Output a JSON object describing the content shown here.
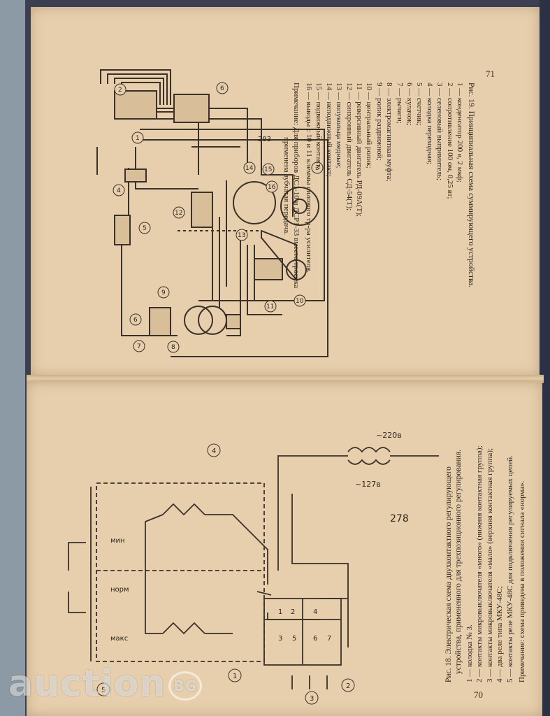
{
  "pages": {
    "top": {
      "page_number": "71",
      "figure_caption": "Рис. 19. Принципиальная схема суммирующего устройства.",
      "legend": [
        "1 — конденсатор 200 в, 2 мкф;",
        "2 — сопротивление 100 ом, 0,25 вт;",
        "3 — селеновый выпрямитель;",
        "4 — колодка переходная;",
        "5 — счетчик;",
        "6 — кулачок;",
        "7 — рычаги;",
        "8 — электромагнитная муфта;",
        "9 — ролик раздвижной;",
        "10 — центральный ролик;",
        "11 — реверсивный двигатель РД-09А(Т);",
        "12 — синхронный двигатель СД-54(Т);",
        "13 — полукольца медные;",
        "14 — неподвижный контакт;",
        "15 — подвижный контакт;",
        "16 — выводы с 10 и 11 клеммы силового тр-ра усилителя."
      ],
      "note": [
        "Примечание: Для приборов ДС1-10 и ДСР1-33 вместо тросика",
        "применена зубчатая передача."
      ],
      "diagram_labels": [
        "1",
        "2",
        "3",
        "4",
        "5",
        "6",
        "7",
        "8",
        "9",
        "10",
        "11",
        "12",
        "13",
        "14",
        "15",
        "16",
        "293"
      ]
    },
    "bottom": {
      "page_number": "70",
      "figure_caption": [
        "Рис. 18. Электрическая схема двухконтактного регулирующего",
        "устройства, примененного для трехпозиционного регулирования."
      ],
      "legend": [
        "1 — колодка № 3.",
        "2 — контакты микровыключателя «много» (нижняя контактная группа);",
        "3 — контакты микровыключателя «мало» (верхняя контактная группа);",
        "4 — два реле типа МКУ-48С;",
        "5 — контакты реле МКУ-48С для подключения регулируемых цепей."
      ],
      "note": "Примечание: схема приведена в положении сигнала «норма».",
      "diagram_labels": {
        "circle_labels": [
          "1",
          "2",
          "3",
          "4",
          "5"
        ],
        "contact_labels": [
          "мин",
          "норм",
          "макс"
        ],
        "terminal_numbers": [
          "1",
          "2",
          "3",
          "4",
          "5",
          "6",
          "7"
        ],
        "voltage_220": "~220в",
        "voltage_127": "~127в",
        "sheet_number": "278"
      }
    }
  },
  "watermark": {
    "text": "auction",
    "suffix": "BG"
  }
}
